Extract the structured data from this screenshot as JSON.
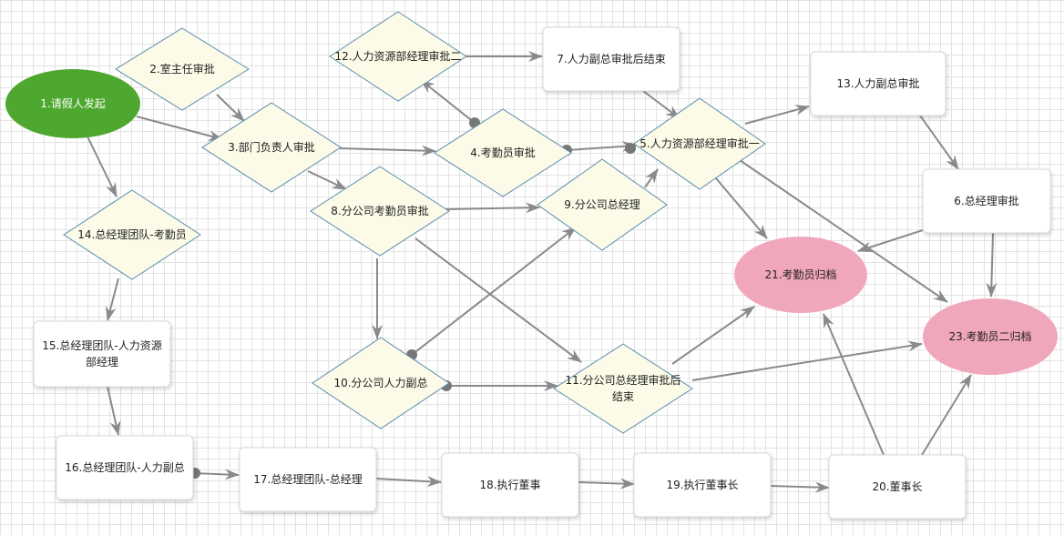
{
  "nodes": [
    {
      "id": "n1",
      "label": "1.请假人发起",
      "shape": "ellipse",
      "fill": "#4ea72e",
      "text_color": "#ffffff"
    },
    {
      "id": "n2",
      "label": "2.室主任审批",
      "shape": "diamond",
      "fill": "#fbfbe8"
    },
    {
      "id": "n3",
      "label": "3.部门负责人审批",
      "shape": "diamond",
      "fill": "#fbfbe8"
    },
    {
      "id": "n4",
      "label": "4.考勤员审批",
      "shape": "diamond",
      "fill": "#fbfbe8"
    },
    {
      "id": "n5",
      "label": "5.人力资源部经理审批一",
      "shape": "diamond",
      "fill": "#fbfbe8"
    },
    {
      "id": "n6",
      "label": "6.总经理审批",
      "shape": "rect",
      "fill": "#ffffff"
    },
    {
      "id": "n7",
      "label": "7.人力副总审批后结束",
      "shape": "rect",
      "fill": "#ffffff"
    },
    {
      "id": "n8",
      "label": "8.分公司考勤员审批",
      "shape": "diamond",
      "fill": "#fbfbe8"
    },
    {
      "id": "n9",
      "label": "9.分公司总经理",
      "shape": "diamond",
      "fill": "#fbfbe8"
    },
    {
      "id": "n10",
      "label": "10.分公司人力副总",
      "shape": "diamond",
      "fill": "#fbfbe8"
    },
    {
      "id": "n11",
      "label": "11.分公司总经理审批后结束",
      "shape": "diamond",
      "fill": "#fbfbe8"
    },
    {
      "id": "n12",
      "label": "12.人力资源部经理审批二",
      "shape": "diamond",
      "fill": "#fbfbe8"
    },
    {
      "id": "n13",
      "label": "13.人力副总审批",
      "shape": "rect",
      "fill": "#ffffff"
    },
    {
      "id": "n14",
      "label": "14.总经理团队-考勤员",
      "shape": "diamond",
      "fill": "#fbfbe8"
    },
    {
      "id": "n15",
      "label": "15.总经理团队-人力资源部经理",
      "shape": "rect",
      "fill": "#ffffff"
    },
    {
      "id": "n16",
      "label": "16.总经理团队-人力副总",
      "shape": "rect",
      "fill": "#ffffff"
    },
    {
      "id": "n17",
      "label": "17.总经理团队-总经理",
      "shape": "rect",
      "fill": "#ffffff"
    },
    {
      "id": "n18",
      "label": "18.执行董事",
      "shape": "rect",
      "fill": "#ffffff"
    },
    {
      "id": "n19",
      "label": "19.执行董事长",
      "shape": "rect",
      "fill": "#ffffff"
    },
    {
      "id": "n20",
      "label": "20.董事长",
      "shape": "rect",
      "fill": "#ffffff"
    },
    {
      "id": "n21",
      "label": "21.考勤员归档",
      "shape": "ellipse",
      "fill": "#f1a7bb"
    },
    {
      "id": "n23",
      "label": "23.考勤员二归档",
      "shape": "ellipse",
      "fill": "#f1a7bb"
    }
  ],
  "edges": [
    {
      "from": "n1",
      "to": "n3"
    },
    {
      "from": "n1",
      "to": "n14"
    },
    {
      "from": "n2",
      "to": "n3"
    },
    {
      "from": "n3",
      "to": "n4"
    },
    {
      "from": "n3",
      "to": "n8"
    },
    {
      "from": "n4",
      "to": "n12"
    },
    {
      "from": "n4",
      "to": "n5"
    },
    {
      "from": "n12",
      "to": "n7"
    },
    {
      "from": "n5",
      "to": "n13"
    },
    {
      "from": "n5",
      "to": "n21"
    },
    {
      "from": "n5",
      "to": "n23"
    },
    {
      "from": "n7",
      "to": "n21"
    },
    {
      "from": "n13",
      "to": "n6"
    },
    {
      "from": "n6",
      "to": "n21"
    },
    {
      "from": "n6",
      "to": "n23"
    },
    {
      "from": "n8",
      "to": "n9"
    },
    {
      "from": "n8",
      "to": "n10"
    },
    {
      "from": "n8",
      "to": "n11"
    },
    {
      "from": "n9",
      "to": "n5"
    },
    {
      "from": "n10",
      "to": "n9"
    },
    {
      "from": "n10",
      "to": "n11"
    },
    {
      "from": "n11",
      "to": "n21"
    },
    {
      "from": "n11",
      "to": "n23"
    },
    {
      "from": "n14",
      "to": "n15"
    },
    {
      "from": "n15",
      "to": "n16"
    },
    {
      "from": "n16",
      "to": "n17"
    },
    {
      "from": "n17",
      "to": "n18"
    },
    {
      "from": "n18",
      "to": "n19"
    },
    {
      "from": "n19",
      "to": "n20"
    },
    {
      "from": "n20",
      "to": "n21"
    },
    {
      "from": "n20",
      "to": "n23"
    }
  ],
  "colors": {
    "edge": "#8a8a8a",
    "diamond_stroke": "#5b8ab0",
    "rect_stroke": "#d8d8d8"
  }
}
